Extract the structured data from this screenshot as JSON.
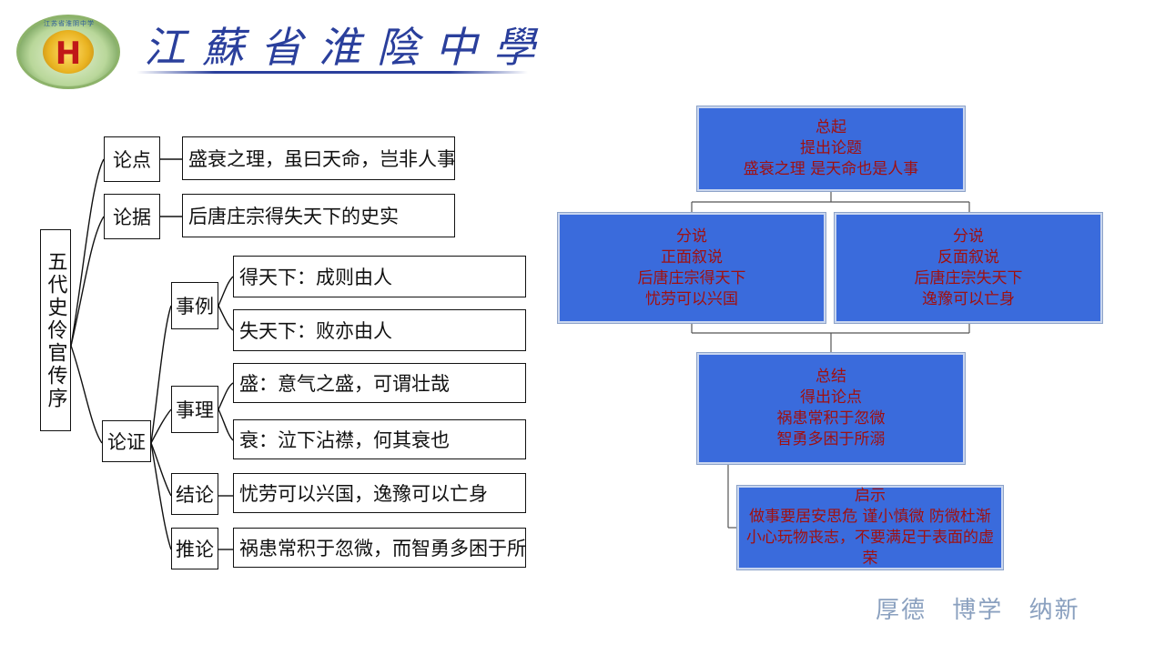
{
  "header": {
    "school_name": "江蘇省淮陰中學",
    "logo_ring_text": "江苏省淮阴中学",
    "motto": [
      "厚德",
      "博学",
      "纳新"
    ]
  },
  "tree": {
    "root": "五代史伶官传序",
    "branches": [
      {
        "label": "论点",
        "items": [
          "盛衰之理，虽曰天命，岂非人事哉"
        ]
      },
      {
        "label": "论据",
        "items": [
          "后唐庄宗得失天下的史实"
        ]
      },
      {
        "label": "论证",
        "children": [
          {
            "label": "事例",
            "items": [
              "得天下：成则由人",
              "失天下：败亦由人"
            ]
          },
          {
            "label": "事理",
            "items": [
              "盛：意气之盛，可谓壮哉",
              "衰：泣下沾襟，何其衰也"
            ]
          },
          {
            "label": "结论",
            "items": [
              "忧劳可以兴国，逸豫可以亡身"
            ]
          },
          {
            "label": "推论",
            "items": [
              "祸患常积于忽微，而智勇多困于所溺"
            ]
          }
        ]
      }
    ]
  },
  "flow": {
    "top": [
      "总起",
      "提出论题",
      "盛衰之理 是天命也是人事"
    ],
    "left": [
      "分说",
      "正面叙说",
      "后唐庄宗得天下",
      "忧劳可以兴国"
    ],
    "right": [
      "分说",
      "反面叙说",
      "后唐庄宗失天下",
      "逸豫可以亡身"
    ],
    "summary": [
      "总结",
      "得出论点",
      "祸患常积于忽微",
      "智勇多困于所溺"
    ],
    "insight": [
      "启示",
      "做事要居安思危 谨小慎微 防微杜渐",
      "小心玩物丧志，不要满足于表面的虚荣"
    ]
  },
  "colors": {
    "flow_fill": "#3a6bdc",
    "flow_text": "#a01010",
    "school_blue": "#2a3f9c"
  }
}
